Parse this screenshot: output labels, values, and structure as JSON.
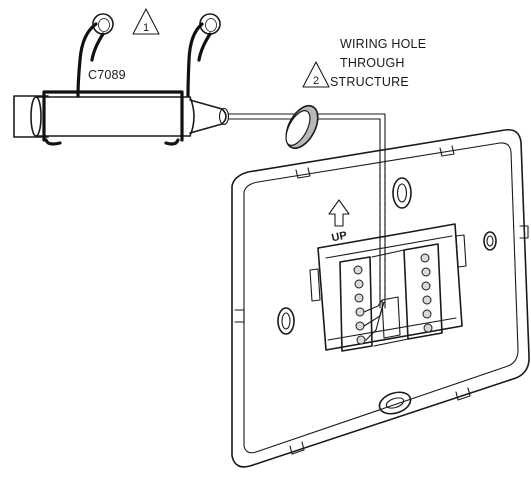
{
  "callouts": {
    "note1_number": "1",
    "note2_number": "2"
  },
  "labels": {
    "sensor_model": "C7089",
    "wiring_hole_line1": "WIRING HOLE",
    "wiring_hole_line2": "THROUGH",
    "wiring_hole_line3": "STRUCTURE",
    "up_marker": "UP"
  },
  "colors": {
    "ink": "#1a1a1a",
    "hole_fill": "#b8b8b8",
    "terminal_fill": "#d9d9d9",
    "background": "#ffffff"
  }
}
